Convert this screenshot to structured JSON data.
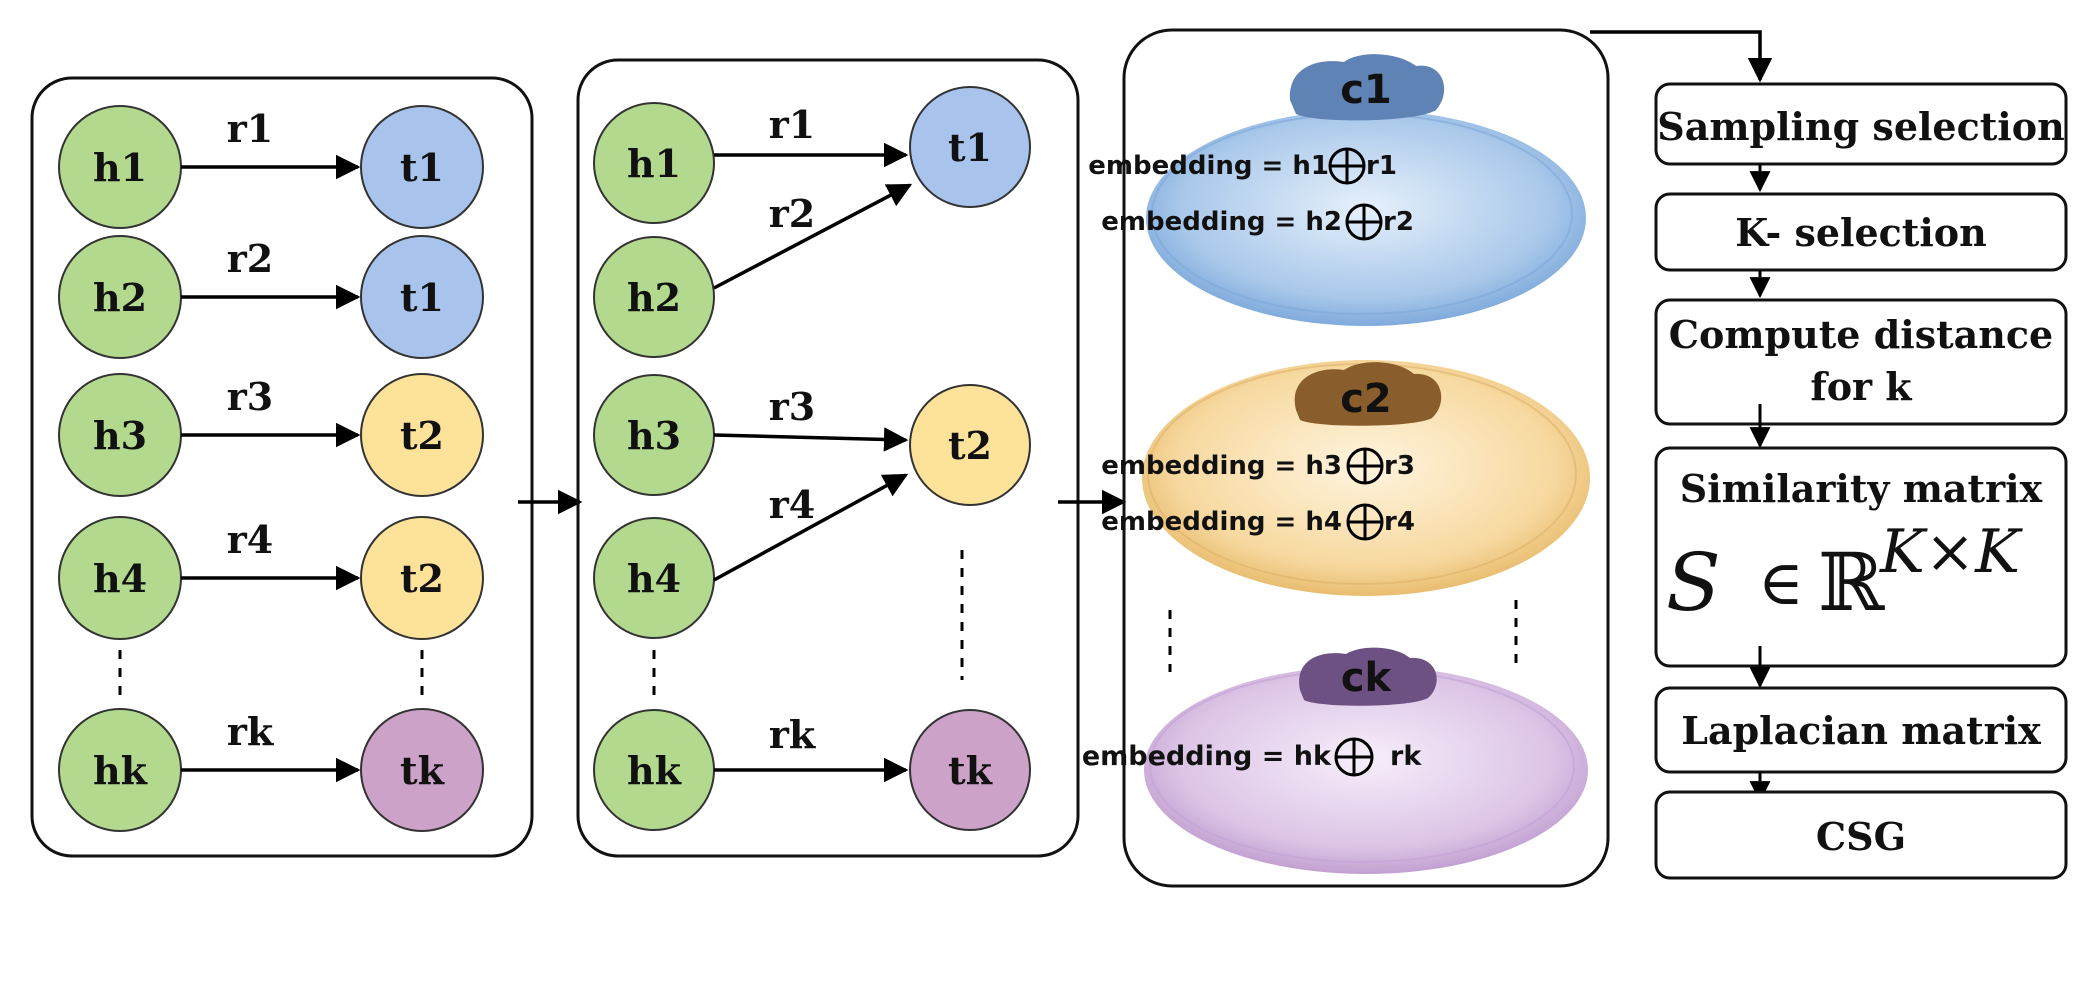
{
  "panel1": {
    "rows": [
      {
        "head": "h1",
        "rel": "r1",
        "tail": "t1",
        "tail_color": "#a8c4ec"
      },
      {
        "head": "h2",
        "rel": "r2",
        "tail": "t1",
        "tail_color": "#a8c4ec"
      },
      {
        "head": "h3",
        "rel": "r3",
        "tail": "t2",
        "tail_color": "#fde29a"
      },
      {
        "head": "h4",
        "rel": "r4",
        "tail": "t2",
        "tail_color": "#fde29a"
      },
      {
        "head": "hk",
        "rel": "rk",
        "tail": "tk",
        "tail_color": "#cda2c8"
      }
    ]
  },
  "panel2": {
    "heads": [
      "h1",
      "h2",
      "h3",
      "h4",
      "hk"
    ],
    "tails": [
      "t1",
      "t2",
      "tk"
    ],
    "rels": [
      "r1",
      "r2",
      "r3",
      "r4",
      "rk"
    ]
  },
  "clusters": [
    {
      "name": "c1",
      "lines": [
        "embedding = h1",
        "r1",
        "embedding = h2",
        "r2"
      ]
    },
    {
      "name": "c2",
      "lines": [
        "embedding = h3",
        "r3",
        "embedding = h4",
        "r4"
      ]
    },
    {
      "name": "ck",
      "lines": [
        "embedding = hk",
        "rk"
      ]
    }
  ],
  "steps": {
    "sampling": "Sampling selection",
    "kselect": "K- selection",
    "distance_1": "Compute distance",
    "distance_2": "for k",
    "similarity": "Similarity matrix",
    "laplacian": "Laplacian matrix",
    "csg": "CSG"
  },
  "math": {
    "S": "S",
    "in": "∈",
    "R": "ℝ",
    "sup": "K×K"
  },
  "colors": {
    "head": "#b3d98f",
    "tail_t1": "#a8c4ec",
    "tail_t2": "#fde29a",
    "tail_tk": "#cda2c8",
    "cluster_c1": "#a9c8ea",
    "cluster_c2": "#f7d9a0",
    "cluster_ck": "#dcc4e6"
  }
}
